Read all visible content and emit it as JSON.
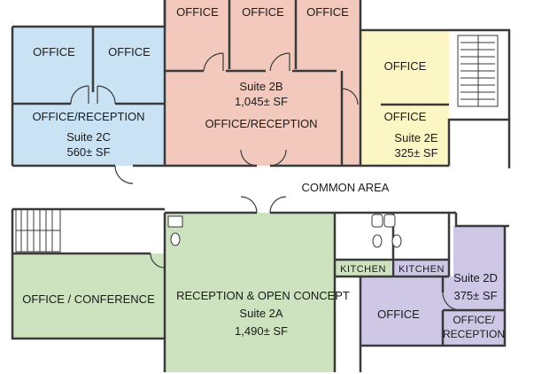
{
  "colors": {
    "suite_2a": "#cde2be",
    "suite_2b": "#f3c9bd",
    "suite_2c": "#c9e3f5",
    "suite_2d": "#cec8e6",
    "suite_2e": "#fbf6c4",
    "common": "#ffffff",
    "wall": "#3a3a3a"
  },
  "suite_2a": {
    "room_1": "OFFICE / CONFERENCE",
    "room_2": "RECEPTION & OPEN CONCEPT",
    "name": "Suite 2A",
    "area": "1,490± SF"
  },
  "suite_2b": {
    "office_1": "OFFICE",
    "office_2": "OFFICE",
    "office_3": "OFFICE",
    "name": "Suite 2B",
    "area": "1,045± SF",
    "reception": "OFFICE/RECEPTION"
  },
  "suite_2c": {
    "office_1": "OFFICE",
    "office_2": "OFFICE",
    "reception": "OFFICE/RECEPTION",
    "name": "Suite 2C",
    "area": "560± SF"
  },
  "suite_2d": {
    "office": "OFFICE",
    "name": "Suite 2D",
    "area": "375± SF",
    "reception_line1": "OFFICE/",
    "reception_line2": "RECEPTION"
  },
  "suite_2e": {
    "office_1": "OFFICE",
    "office_2": "OFFICE",
    "name": "Suite 2E",
    "area": "325± SF"
  },
  "common_area": "COMMON AREA",
  "kitchen_1": "KITCHEN",
  "kitchen_2": "KITCHEN"
}
